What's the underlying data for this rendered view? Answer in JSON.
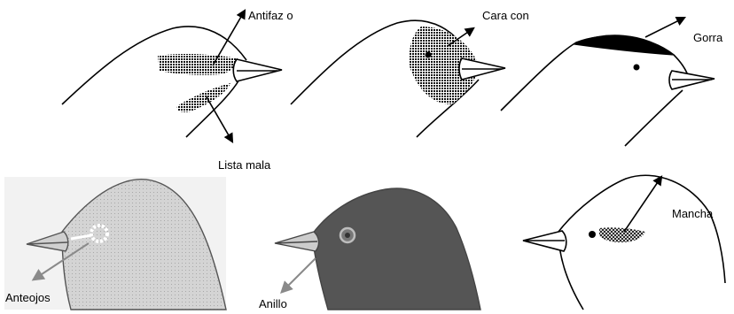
{
  "labels": {
    "antifaz": "Antifaz o",
    "cara": "Cara con",
    "gorra": "Gorra",
    "lista_mala": "Lista mala",
    "mancha": "Mancha",
    "anteojos": "Anteojos",
    "anillo": "Anillo"
  },
  "colors": {
    "stroke": "#000000",
    "arrow_gray": "#8a8a8a",
    "head_light": "#d9d9d9",
    "head_dark": "#555555"
  }
}
